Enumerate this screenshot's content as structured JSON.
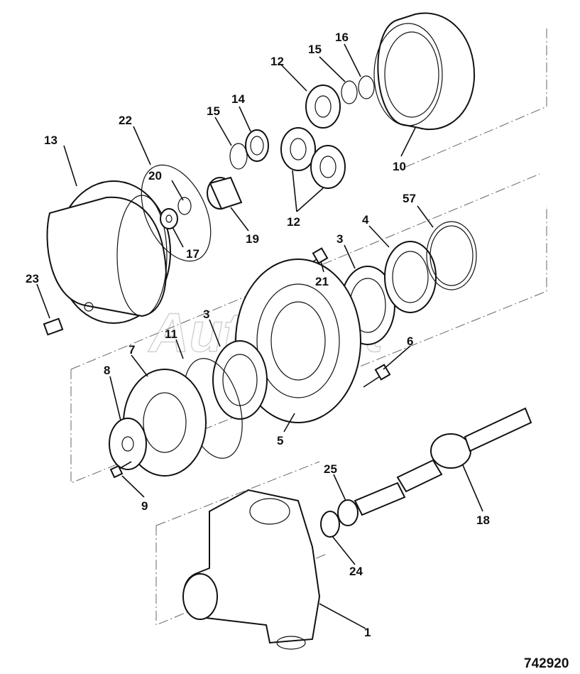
{
  "figure_number": "742920",
  "watermark": "AutoSoft",
  "callouts": [
    {
      "id": "c13",
      "text": "13"
    },
    {
      "id": "c22",
      "text": "22"
    },
    {
      "id": "c20",
      "text": "20"
    },
    {
      "id": "c17",
      "text": "17"
    },
    {
      "id": "c15a",
      "text": "15"
    },
    {
      "id": "c14",
      "text": "14"
    },
    {
      "id": "c19",
      "text": "19"
    },
    {
      "id": "c12a",
      "text": "12"
    },
    {
      "id": "c12b",
      "text": "12"
    },
    {
      "id": "c15b",
      "text": "15"
    },
    {
      "id": "c16",
      "text": "16"
    },
    {
      "id": "c10",
      "text": "10"
    },
    {
      "id": "c23",
      "text": "23"
    },
    {
      "id": "c11",
      "text": "11"
    },
    {
      "id": "c7",
      "text": "7"
    },
    {
      "id": "c8",
      "text": "8"
    },
    {
      "id": "c9",
      "text": "9"
    },
    {
      "id": "c3a",
      "text": "3"
    },
    {
      "id": "c3b",
      "text": "3"
    },
    {
      "id": "c21",
      "text": "21"
    },
    {
      "id": "c4",
      "text": "4"
    },
    {
      "id": "c57",
      "text": "57"
    },
    {
      "id": "c6",
      "text": "6"
    },
    {
      "id": "c5",
      "text": "5"
    },
    {
      "id": "c25",
      "text": "25"
    },
    {
      "id": "c24",
      "text": "24"
    },
    {
      "id": "c18",
      "text": "18"
    },
    {
      "id": "c1",
      "text": "1"
    }
  ]
}
